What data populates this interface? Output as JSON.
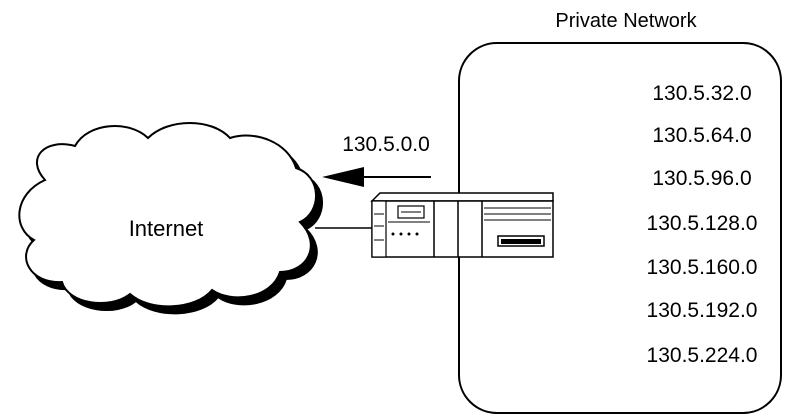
{
  "private_network": {
    "title": "Private Network",
    "subnets": [
      "130.5.32.0",
      "130.5.64.0",
      "130.5.96.0",
      "130.5.128.0",
      "130.5.160.0",
      "130.5.192.0",
      "130.5.224.0"
    ]
  },
  "internet": {
    "label": "Internet"
  },
  "advertised_route": {
    "label": "130.5.0.0",
    "direction": "toward Internet"
  },
  "router": {
    "icon": "router-icon"
  },
  "colors": {
    "line": "#000000",
    "background": "#ffffff"
  }
}
